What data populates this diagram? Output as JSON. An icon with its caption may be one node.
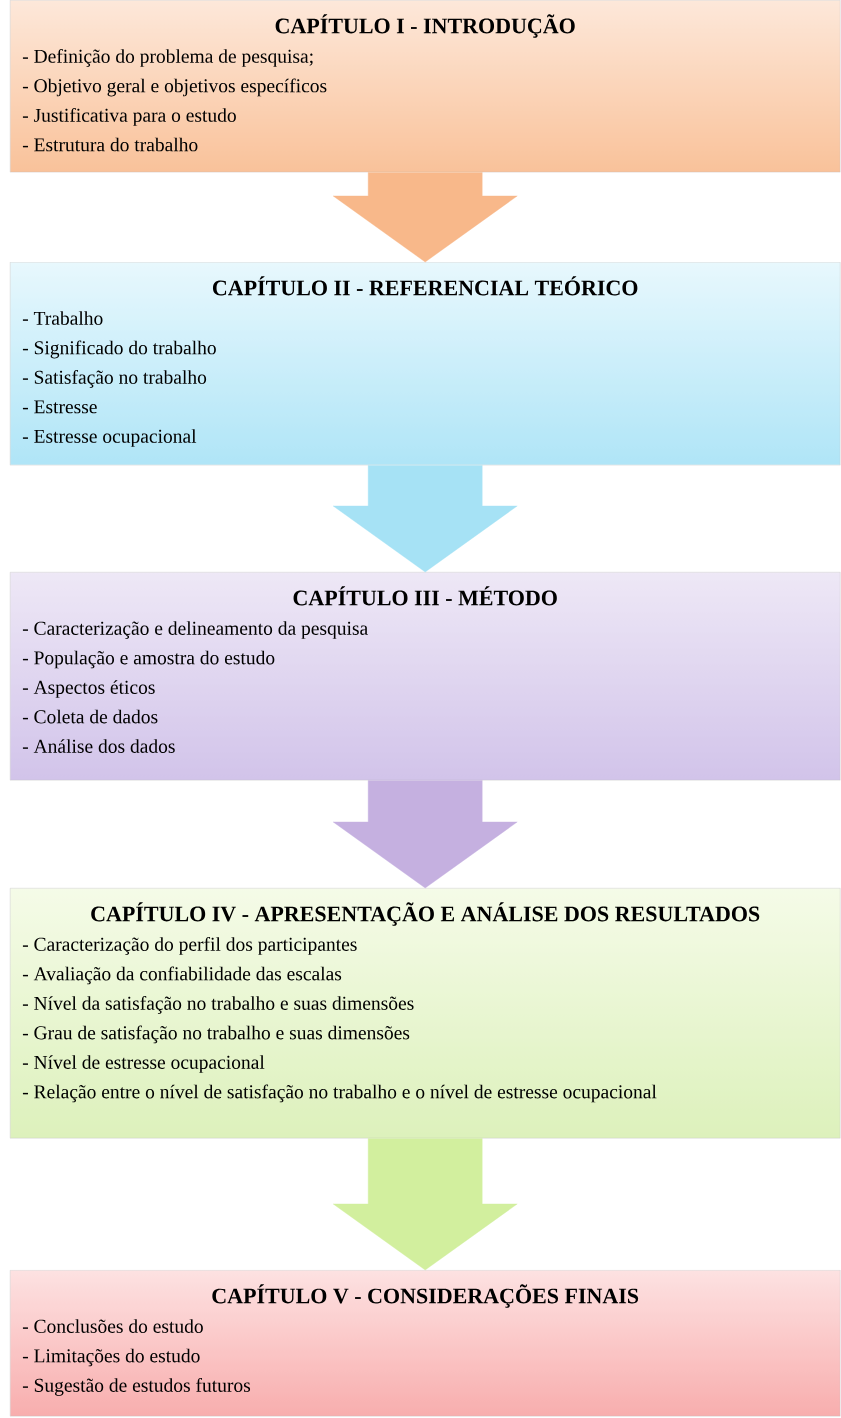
{
  "diagram": {
    "nodes": [
      {
        "text": [
          "CAPÍTULO I - INTRODUÇÃO",
          "- Definição do problema de pesquisa;",
          "- Objetivo geral e objetivos específicos",
          "- Justificativa para o estudo",
          "- Estrutura do trabalho"
        ]
      },
      {
        "text": [
          "CAPÍTULO II - REFERENCIAL TEÓRICO",
          "- Trabalho",
          "- Significado do trabalho",
          "- Satisfação no trabalho",
          "- Estresse",
          "- Estresse ocupacional"
        ]
      },
      {
        "text": [
          "CAPÍTULO III - MÉTODO",
          "- Caracterização e delineamento da pesquisa",
          "- População e amostra do estudo",
          "- Aspectos éticos",
          "- Coleta de dados",
          "- Análise dos dados"
        ]
      },
      {
        "text": [
          "CAPÍTULO IV - APRESENTAÇÃO E ANÁLISE DOS RESULTADOS",
          "- Caracterização do perfil dos participantes",
          "- Avaliação da confiabilidade das escalas",
          "- Nível da satisfação no trabalho e suas dimensões",
          "- Grau de satisfação no trabalho e suas dimensões",
          "- Nível de estresse ocupacional",
          "- Relação entre o nível de satisfação no trabalho e o nível de estresse ocupacional"
        ]
      },
      {
        "text": [
          "CAPÍTULO V - CONSIDERAÇÕES FINAIS",
          "- Conclusões do estudo",
          "- Limitações do estudo",
          "- Sugestão de estudos futuros"
        ]
      }
    ],
    "edges": [
      {
        "from": 0,
        "to": 1,
        "arrow": "to",
        "color": "#f8b88a"
      },
      {
        "from": 1,
        "to": 2,
        "arrow": "to",
        "color": "#a6e2f5"
      },
      {
        "from": 2,
        "to": 3,
        "arrow": "to",
        "color": "#c5b0e0"
      },
      {
        "from": 3,
        "to": 4,
        "arrow": "to",
        "color": "#d2ef9e"
      }
    ]
  }
}
